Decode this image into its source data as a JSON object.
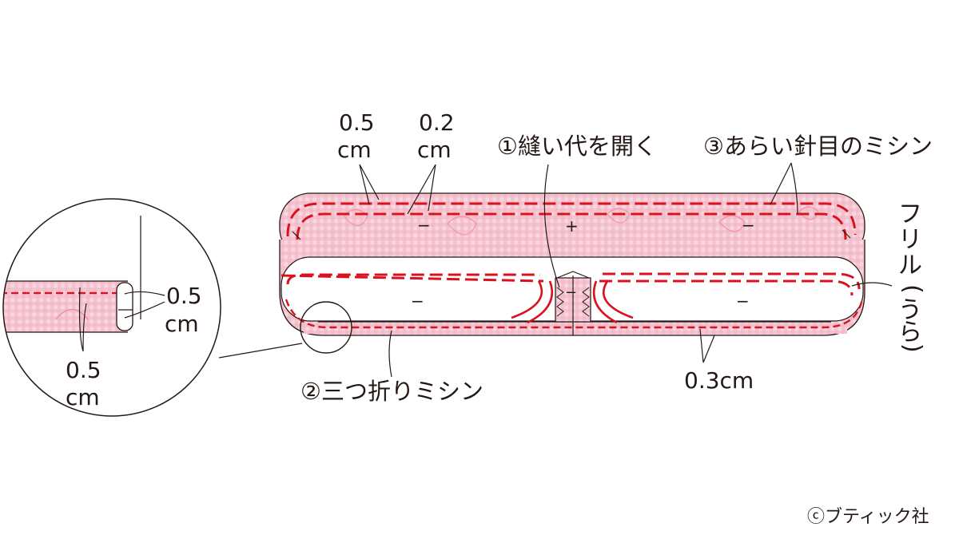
{
  "labels": {
    "seam_05": [
      "0.5",
      "cm"
    ],
    "seam_02": [
      "0.2",
      "cm"
    ],
    "step1": "①縫い代を開く",
    "step3": "③あらい針目のミシン",
    "frill": [
      "フ",
      "リ",
      "ル",
      "(",
      "う",
      "ら",
      ")"
    ],
    "step2": "②三つ折りミシン",
    "edge_03": "0.3cm",
    "inset_05_right": [
      "0.5",
      "cm"
    ],
    "inset_05_bottom": [
      "0.5",
      "cm"
    ],
    "copyright": "ⓒブティック社"
  },
  "symbols": {
    "plus": "+",
    "minus": "−"
  },
  "colors": {
    "fabric": "#f6cfd8",
    "check": "#ec9aae",
    "stitch": "#d9121f",
    "line": "#231815"
  }
}
